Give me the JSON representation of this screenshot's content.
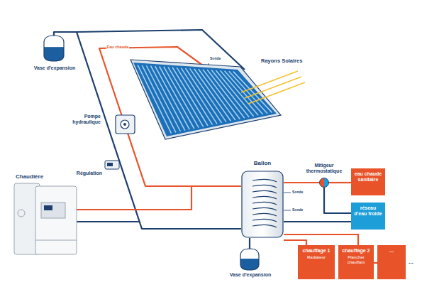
{
  "diagram": {
    "nodes": [
      {
        "text": [
          "Ballon"
        ]
      },
      {
        "text": [
          "Mitigeur thermostatique"
        ]
      },
      {
        "text": [
          "eau chaude sanitaire"
        ]
      },
      {
        "text": [
          "réseau d'eau froide"
        ]
      },
      {
        "text": [
          "chauffage 1",
          "Radiateur"
        ]
      },
      {
        "text": [
          "chauffage 2",
          "Plancher chauffant"
        ]
      },
      {
        "text": [
          "..."
        ]
      }
    ],
    "edges": [
      {
        "from": 0,
        "to": 1,
        "arrow": "none"
      },
      {
        "from": 1,
        "to": 2,
        "arrow": "none"
      },
      {
        "from": 3,
        "to": 1,
        "arrow": "none"
      },
      {
        "from": 0,
        "to": 3,
        "arrow": "none"
      },
      {
        "from": 0,
        "to": 4,
        "arrow": "none"
      },
      {
        "from": 0,
        "to": 5,
        "arrow": "none"
      }
    ],
    "labels": [
      "Rayons Solaires",
      "Vase d'expansion",
      "Pompe hydraulique",
      "Régulation",
      "Chaudière",
      "Eau chaude",
      "Sonde",
      "Sonde",
      "Sonde",
      "Vase d'expansion",
      "..."
    ]
  }
}
